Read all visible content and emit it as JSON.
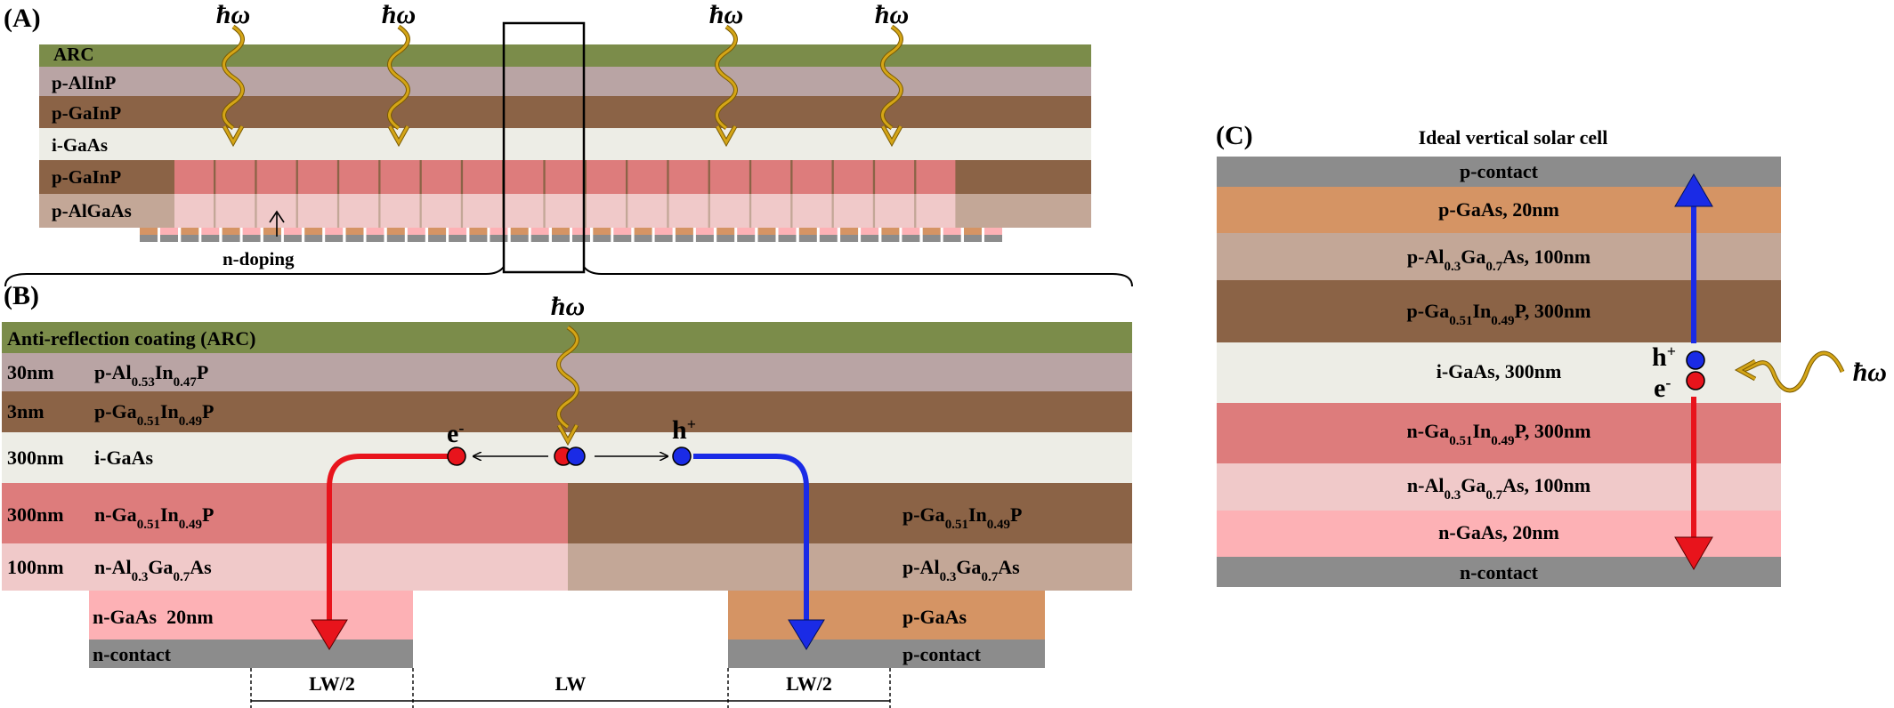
{
  "photon_label": "ħω",
  "colors": {
    "arc": "#7B8C4A",
    "p_alinp": "#B9A4A4",
    "p_gainp": "#8B6346",
    "i_gaas": "#EDEDE6",
    "n_gainp": "#DD7C7C",
    "n_algaas": "#F0C9C9",
    "p_algaas": "#C3A797",
    "n_gaas": "#FDB1B5",
    "p_gaas": "#D59464",
    "contact": "#8C8C8C",
    "electron": "#E8141C",
    "hole": "#1A2BE6",
    "photon": "#D4A517"
  },
  "panel_a": {
    "label": "(A)",
    "layers": [
      "ARC",
      "p-AlInP",
      "p-GaInP",
      "i-GaAs",
      "p-GaInP",
      "p-AlGaAs"
    ],
    "annotation": "n-doping"
  },
  "panel_b": {
    "label": "(B)",
    "layers": [
      {
        "thickness": "",
        "name": "Anti-reflection coating (ARC)"
      },
      {
        "thickness": "30nm",
        "base": "p-Al",
        "sub1": "0.53",
        "mid": "In",
        "sub2": "0.47",
        "tail": "P"
      },
      {
        "thickness": "3nm",
        "base": "p-Ga",
        "sub1": "0.51",
        "mid": "In",
        "sub2": "0.49",
        "tail": "P"
      },
      {
        "thickness": "300nm",
        "name": "i-GaAs"
      },
      {
        "thickness": "300nm",
        "base": "n-Ga",
        "sub1": "0.51",
        "mid": "In",
        "sub2": "0.49",
        "tail": "P"
      },
      {
        "thickness": "100nm",
        "base": "n-Al",
        "sub1": "0.3",
        "mid": "Ga",
        "sub2": "0.7",
        "tail": "As"
      }
    ],
    "right_layers": [
      {
        "base": "p-Ga",
        "sub1": "0.51",
        "mid": "In",
        "sub2": "0.49",
        "tail": "P"
      },
      {
        "base": "p-Al",
        "sub1": "0.3",
        "mid": "Ga",
        "sub2": "0.7",
        "tail": "As"
      }
    ],
    "n_gaas": "n-GaAs  20nm",
    "n_contact": "n-contact",
    "p_gaas": "p-GaAs",
    "p_contact": "p-contact",
    "electron_label": "e",
    "electron_sup": "-",
    "hole_label": "h",
    "hole_sup": "+",
    "dim_left": "LW/2",
    "dim_mid": "LW",
    "dim_right": "LW/2"
  },
  "panel_c": {
    "label": "(C)",
    "title": "Ideal vertical solar cell",
    "layers": [
      {
        "name": "p-contact"
      },
      {
        "name": "p-GaAs, 20nm"
      },
      {
        "base": "p-Al",
        "sub1": "0.3",
        "mid": "Ga",
        "sub2": "0.7",
        "tail": "As, 100nm"
      },
      {
        "base": "p-Ga",
        "sub1": "0.51",
        "mid": "In",
        "sub2": "0.49",
        "tail": "P, 300nm"
      },
      {
        "name": "i-GaAs, 300nm"
      },
      {
        "base": "n-Ga",
        "sub1": "0.51",
        "mid": "In",
        "sub2": "0.49",
        "tail": "P, 300nm"
      },
      {
        "base": "n-Al",
        "sub1": "0.3",
        "mid": "Ga",
        "sub2": "0.7",
        "tail": "As, 100nm"
      },
      {
        "name": "n-GaAs, 20nm"
      },
      {
        "name": "n-contact"
      }
    ],
    "hole_label": "h",
    "hole_sup": "+",
    "electron_label": "e",
    "electron_sup": "-"
  }
}
